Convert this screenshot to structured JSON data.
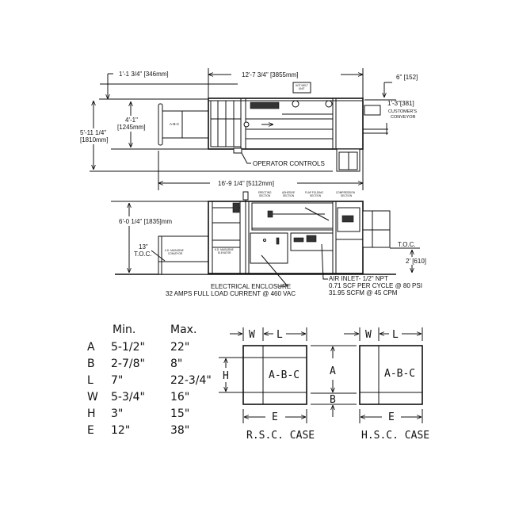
{
  "top_view": {
    "dim_overhang": "1'-1 3/4\" [346mm]",
    "dim_length": "12'-7 3/4\" [3855mm]",
    "dim_right_offset": "6\" [152]",
    "dim_conveyor": "1'-3\"[381]",
    "customer_conveyor": [
      "CUSTOMER'S",
      "CONVEYOR"
    ],
    "dim_width_inner": [
      "4'-1\"",
      "[1245mm]"
    ],
    "dim_width_total": [
      "5'-11 1/4\"",
      "[1810mm]"
    ],
    "operator_controls": "OPERATOR CONTROLS",
    "dim_total_length": "16'-9 1/4\" [5112mm]",
    "hot_melt": [
      "HOT MELT",
      "UNIT"
    ],
    "magazine_label": "A-B-C"
  },
  "side_view": {
    "sections": [
      [
        "ERECTING",
        "SECTION"
      ],
      [
        "ADHESIVE",
        "SECTION"
      ],
      [
        "FLAP FOLDING",
        "SECTION"
      ],
      [
        "COMPRESSION",
        "SECTION"
      ]
    ],
    "dim_height": "6'-0 1/4\" [1835]mm",
    "toc_left": [
      "13\"",
      "T.O.C."
    ],
    "kd_conveyor": [
      "K.D. MAGAZINE",
      "CONVEYOR"
    ],
    "kd_elevator": [
      "K.D. MAGAZINE",
      "ELEVATOR"
    ],
    "toc_right": "T.O.C.",
    "dim_toc_right": "2' [610]",
    "electrical": [
      "ELECTRICAL ENCLOSURE",
      "32 AMPS FULL LOAD CURRENT @ 460 VAC"
    ],
    "air": [
      "AIR INLET- 1/2\" NPT",
      "0.71 SCF PER CYCLE @ 80 PSI",
      "31.95 SCFM @ 45 CPM"
    ]
  },
  "size_table": {
    "headers": [
      "Min.",
      "Max."
    ],
    "rows": [
      {
        "dim": "A",
        "min": "5-1/2\"",
        "max": "22\""
      },
      {
        "dim": "B",
        "min": "2-7/8\"",
        "max": "8\""
      },
      {
        "dim": "L",
        "min": "7\"",
        "max": "22-3/4\""
      },
      {
        "dim": "W",
        "min": "5-3/4\"",
        "max": "16\""
      },
      {
        "dim": "H",
        "min": "3\"",
        "max": "15\""
      },
      {
        "dim": "E",
        "min": "12\"",
        "max": "38\""
      }
    ]
  },
  "cases": {
    "rsc": {
      "label": "R.S.C.  CASE",
      "w": "W",
      "l": "L",
      "h": "H",
      "e": "E",
      "panel": "A-B-C"
    },
    "middle": {
      "a": "A",
      "b": "B"
    },
    "hsc": {
      "label": "H.S.C.  CASE",
      "w": "W",
      "l": "L",
      "e": "E",
      "panel": "A-B-C"
    }
  }
}
